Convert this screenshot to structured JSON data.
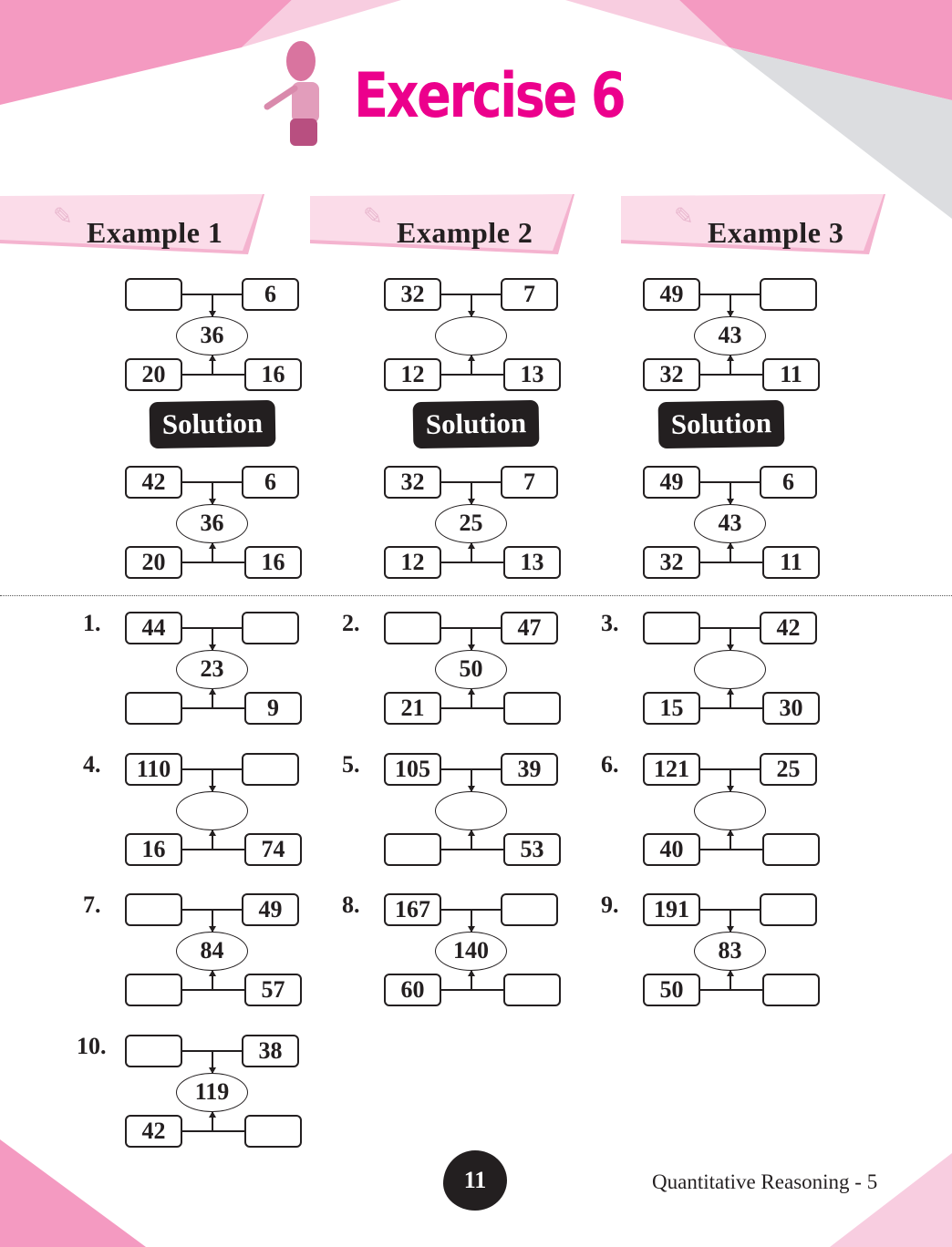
{
  "title": "Exercise 6",
  "examples": [
    {
      "label": "Example 1",
      "question": [
        "",
        "6",
        "36",
        "20",
        "16"
      ],
      "solution": [
        "42",
        "6",
        "36",
        "20",
        "16"
      ]
    },
    {
      "label": "Example 2",
      "question": [
        "32",
        "7",
        "",
        "12",
        "13"
      ],
      "solution": [
        "32",
        "7",
        "25",
        "12",
        "13"
      ]
    },
    {
      "label": "Example 3",
      "question": [
        "49",
        "",
        "43",
        "32",
        "11"
      ],
      "solution": [
        "49",
        "6",
        "43",
        "32",
        "11"
      ]
    }
  ],
  "solution_label": "Solution",
  "problems": [
    {
      "n": "1.",
      "v": [
        "44",
        "",
        "23",
        "",
        "9"
      ]
    },
    {
      "n": "2.",
      "v": [
        "",
        "47",
        "50",
        "21",
        ""
      ]
    },
    {
      "n": "3.",
      "v": [
        "",
        "42",
        "",
        "15",
        "30"
      ]
    },
    {
      "n": "4.",
      "v": [
        "110",
        "",
        "",
        "16",
        "74"
      ]
    },
    {
      "n": "5.",
      "v": [
        "105",
        "39",
        "",
        "",
        "53"
      ]
    },
    {
      "n": "6.",
      "v": [
        "121",
        "25",
        "",
        "40",
        ""
      ]
    },
    {
      "n": "7.",
      "v": [
        "",
        "49",
        "84",
        "",
        "57"
      ]
    },
    {
      "n": "8.",
      "v": [
        "167",
        "",
        "140",
        "60",
        ""
      ]
    },
    {
      "n": "9.",
      "v": [
        "191",
        "",
        "83",
        "50",
        ""
      ]
    },
    {
      "n": "10.",
      "v": [
        "",
        "38",
        "119",
        "42",
        ""
      ]
    }
  ],
  "page_number": "11",
  "footer": "Quantitative Reasoning - 5",
  "colors": {
    "accent": "#ec008c",
    "pink": "#f49ac1",
    "light_pink": "#fbdce9",
    "grey": "#dcdde0"
  }
}
